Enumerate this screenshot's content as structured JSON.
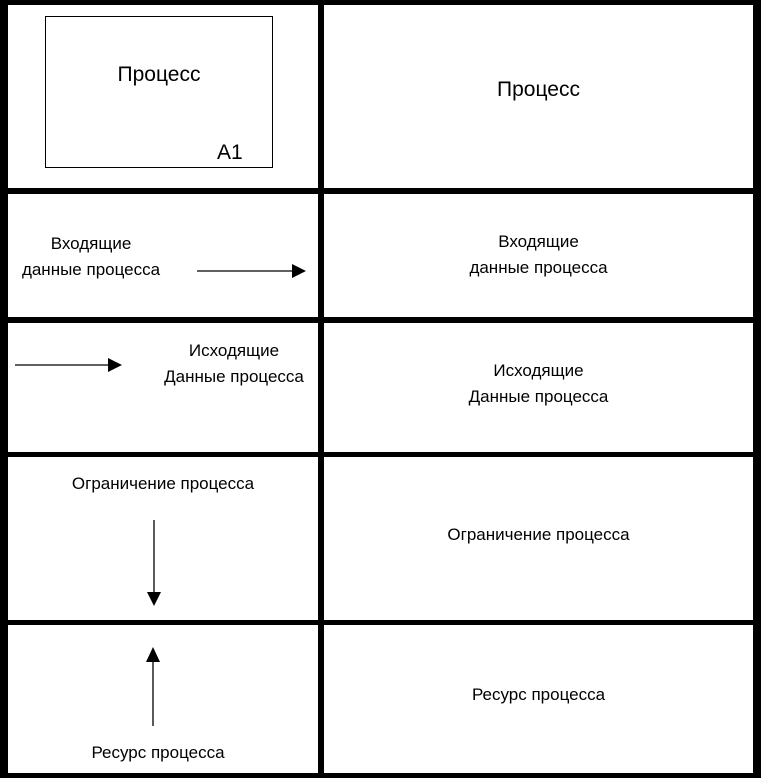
{
  "rows": [
    {
      "left": {
        "title": "Процесс",
        "code": "A1"
      },
      "right": {
        "lines": [
          "Процесс"
        ]
      }
    },
    {
      "left": {
        "lines": [
          "Входящие",
          "данные процесса"
        ],
        "arrow": "right"
      },
      "right": {
        "lines": [
          "Входящие",
          "данные процесса"
        ]
      }
    },
    {
      "left": {
        "lines": [
          "Исходящие",
          "Данные процесса"
        ],
        "arrow": "right"
      },
      "right": {
        "lines": [
          "Исходящие",
          "Данные процесса"
        ]
      }
    },
    {
      "left": {
        "lines": [
          "Ограничение процесса"
        ],
        "arrow": "down"
      },
      "right": {
        "lines": [
          "Ограничение процесса"
        ]
      }
    },
    {
      "left": {
        "lines": [
          "Ресурс процесса"
        ],
        "arrow": "up"
      },
      "right": {
        "lines": [
          "Ресурс процесса"
        ]
      }
    }
  ]
}
